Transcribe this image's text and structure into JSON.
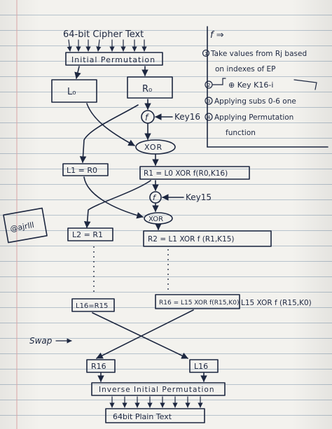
{
  "diagram": {
    "input_label": "64-bit Cipher Text",
    "initial_perm": "Initial Permutation",
    "l0": "L₀",
    "r0": "R₀",
    "f_symbol": "f",
    "key16": "Key16",
    "xor": "XOR",
    "l1_eq": "L1 = R0",
    "r1_eq": "R1 = L0 XOR f(R0,K16)",
    "key15": "Key15",
    "l2_eq": "L2 = R1",
    "r2_eq": "R2 = L1 XOR f (R1,K15)",
    "l16_eq": "L16=R15",
    "r16_eq": "R16 = L15 XOR f(R15,K0)",
    "r16_note": "L15 XOR f (R15,K0)",
    "swap": "Swap",
    "r16_out": "R16",
    "l16_out": "L16",
    "inverse_perm": "Inverse Initial Permutation",
    "output_label": "64bit Plain Text",
    "tag": "@ajrlll"
  },
  "f_panel": {
    "title": "f ⇒",
    "steps": [
      {
        "num": "1",
        "text": "Take values from Rj based"
      },
      {
        "num": "",
        "text": "on indexes of EP"
      },
      {
        "num": "2",
        "text": "⊕ Key K16-i"
      },
      {
        "num": "3",
        "text": "Applying subs 0-6 one"
      },
      {
        "num": "4",
        "text": "Applying Permutation"
      },
      {
        "num": "",
        "text": "function"
      }
    ]
  },
  "colors": {
    "ink": "#1d2740",
    "paper": "#f3f2ee",
    "rule": "#b6c2cc"
  }
}
